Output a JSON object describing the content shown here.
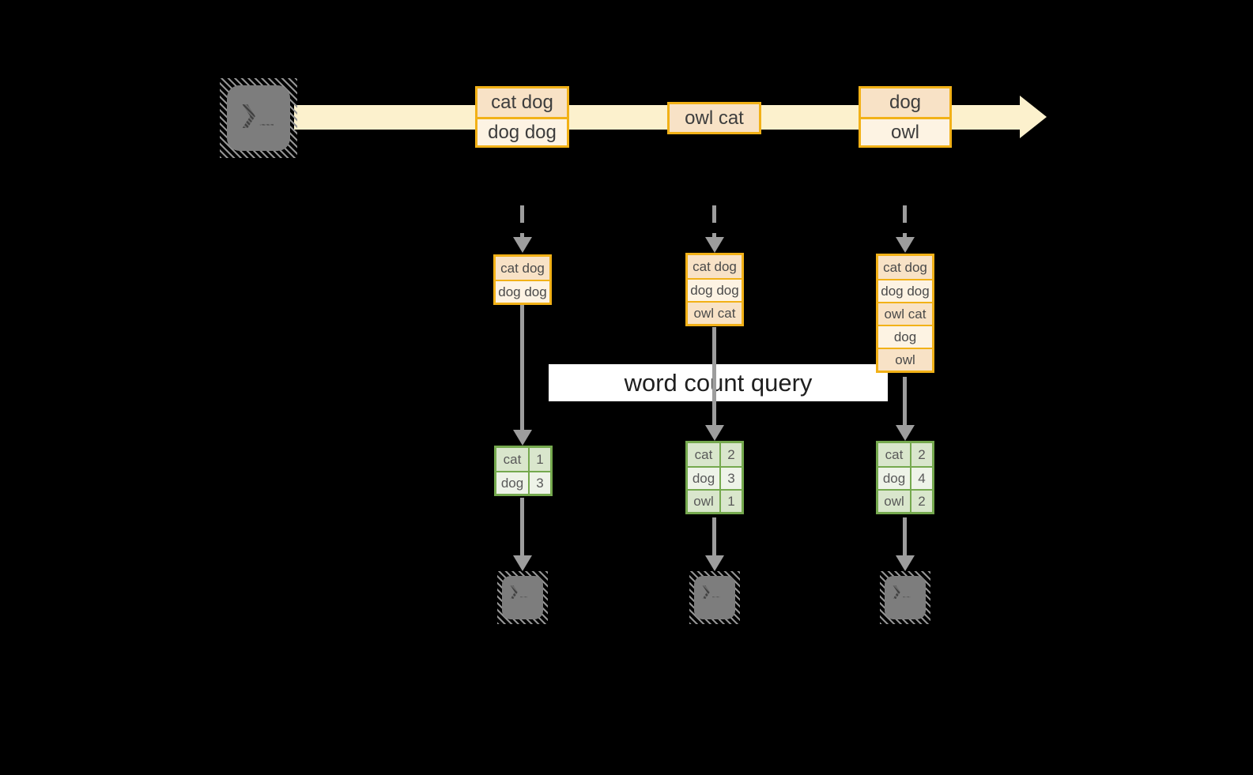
{
  "diagram": {
    "banner_label": "word count query",
    "prompt": {
      "chevron": "❯",
      "cursor": "_"
    },
    "stream": {
      "events": [
        {
          "rows": [
            "cat dog",
            "dog dog"
          ]
        },
        {
          "rows": [
            "owl cat"
          ]
        },
        {
          "rows": [
            "dog",
            "owl"
          ]
        }
      ]
    },
    "columns": [
      {
        "batch": [
          "cat dog",
          "dog dog"
        ],
        "table": [
          [
            "cat",
            "1"
          ],
          [
            "dog",
            "3"
          ]
        ]
      },
      {
        "batch": [
          "cat dog",
          "dog dog",
          "owl cat"
        ],
        "table": [
          [
            "cat",
            "2"
          ],
          [
            "dog",
            "3"
          ],
          [
            "owl",
            "1"
          ]
        ]
      },
      {
        "batch": [
          "cat dog",
          "dog dog",
          "owl cat",
          "dog",
          "owl"
        ],
        "table": [
          [
            "cat",
            "2"
          ],
          [
            "dog",
            "4"
          ],
          [
            "owl",
            "2"
          ]
        ]
      }
    ],
    "colors": {
      "background": "#000000",
      "stream_band": "#fcf1cd",
      "event_border": "#f2b117",
      "event_fill_dark": "#f8e2c6",
      "event_fill_light": "#fdf3e3",
      "table_border": "#75a94e",
      "table_fill_dark": "#d9e6cc",
      "table_fill_light": "#eef3e8",
      "connector_gray": "#9d9d9d",
      "banner_bg": "#ffffff"
    }
  }
}
